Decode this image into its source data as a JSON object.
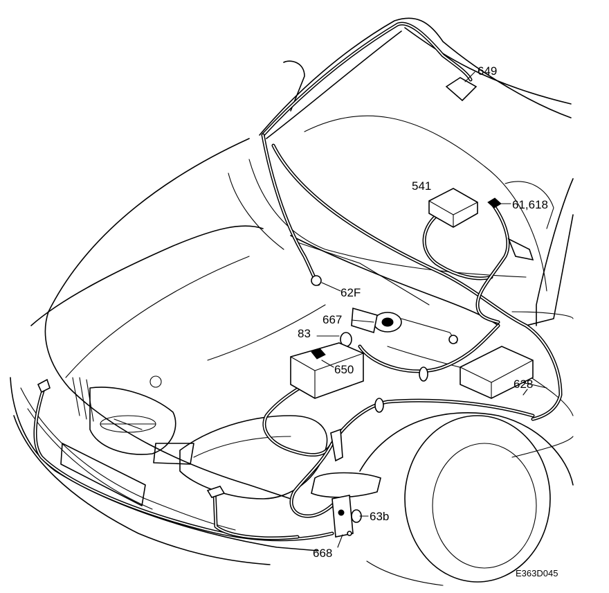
{
  "callouts": {
    "c649": "649",
    "c541": "541",
    "c61_618": "61,618",
    "c62F": "62F",
    "c667": "667",
    "c83": "83",
    "c650": "650",
    "c628": "628",
    "c63b": "63b",
    "c668": "668"
  },
  "figure_code": "E363D045"
}
